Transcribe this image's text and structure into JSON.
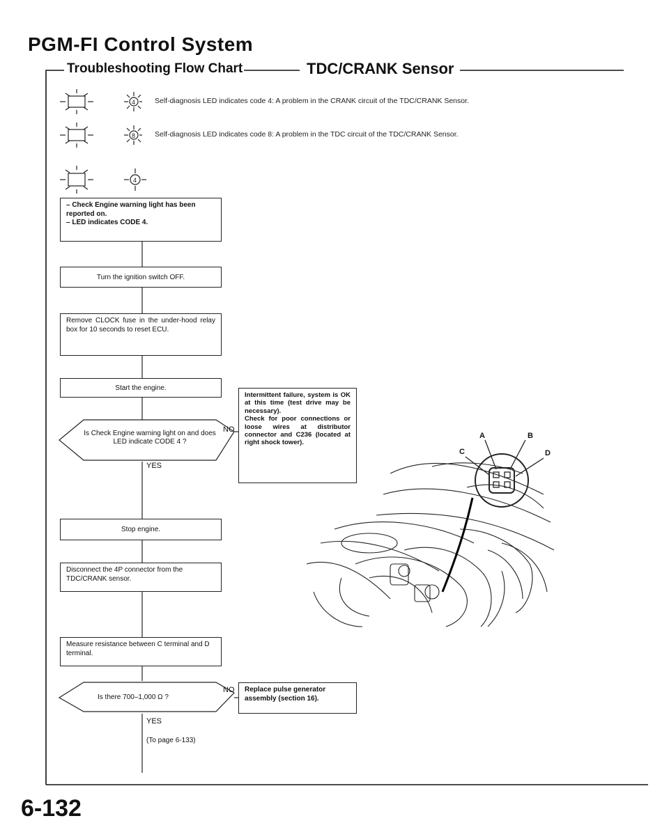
{
  "header": {
    "title": "PGM-FI Control System",
    "subtitle": "Troubleshooting Flow Chart",
    "section": "TDC/CRANK Sensor"
  },
  "codes": [
    {
      "icon": "led-code-4-icon",
      "text": "Self-diagnosis LED indicates code 4: A problem in the CRANK circuit of the TDC/CRANK Sensor."
    },
    {
      "icon": "led-code-8-icon",
      "text": "Self-diagnosis LED indicates code 8: A problem in the TDC circuit of the TDC/CRANK Sensor."
    }
  ],
  "flow": {
    "start": "– Check Engine warning light has been reported on.\n– LED indicates CODE 4.",
    "step1": "Turn the ignition switch OFF.",
    "step2": "Remove CLOCK fuse in the under-hood relay box for 10 seconds to reset ECU.",
    "step3": "Start the engine.",
    "decision1": "Is Check Engine warning light on and does LED indicate CODE 4 ?",
    "no1_result": "Intermittent failure, system is OK at this time (test drive may be necessary).\nCheck for poor connections or loose wires at distributor connector and C236 (located at right shock tower).",
    "step4": "Stop engine.",
    "step5": "Disconnect the 4P connector from the TDC/CRANK sensor.",
    "step6": "Measure resistance between C terminal and D terminal.",
    "decision2": "Is there 700–1,000 Ω ?",
    "no2_result": "Replace pulse generator assembly (section 16).",
    "yes_label": "YES",
    "no_label": "NO",
    "continue": "(To page 6-133)"
  },
  "connector_pins": [
    "A",
    "B",
    "C",
    "D"
  ],
  "page_number": "6-132"
}
